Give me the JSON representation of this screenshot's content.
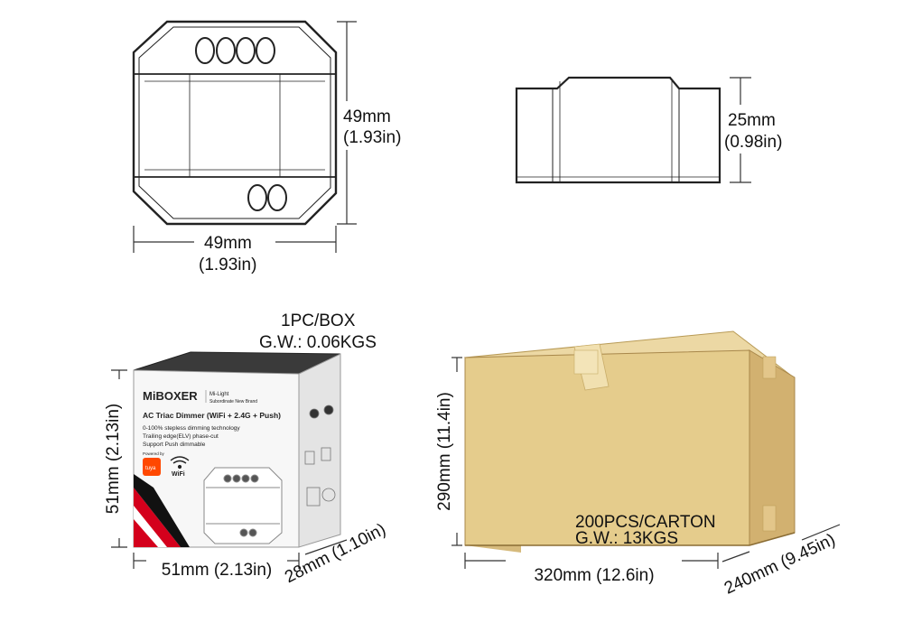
{
  "top_view": {
    "height_mm": "49mm",
    "height_in": "(1.93in)",
    "width_mm": "49mm",
    "width_in": "(1.93in)"
  },
  "side_view": {
    "depth_mm": "25mm",
    "depth_in": "(0.98in)"
  },
  "package": {
    "pcs": "1PC/BOX",
    "weight": "G.W.: 0.06KGS",
    "height_label": "51mm (2.13in)",
    "width_label": "51mm (2.13in)",
    "depth_label": "28mm (1.10in)",
    "brand": "MiBOXER",
    "sub_brand": "Mi-Light",
    "sub_brand_tag": "Subordinate New Brand",
    "product_title": "AC Triac Dimmer (WiFi + 2.4G + Push)",
    "feature_1": "0-100% stepless dimming technology",
    "feature_2": "Trailing edge(ELV) phase-cut",
    "feature_3": "Support Push dimmable",
    "powered_by": "Powered by",
    "tuya": "tuya",
    "wifi": "WiFi"
  },
  "carton": {
    "pcs": "200PCS/CARTON",
    "weight": "G.W.: 13KGS",
    "height_label": "290mm (11.4in)",
    "width_label": "320mm (12.6in)",
    "depth_label": "240mm (9.45in)"
  },
  "colors": {
    "line": "#222222",
    "carton_front": "#e5cc8c",
    "carton_side": "#d2b170",
    "carton_top": "#ecd8a4",
    "brand_red": "#d4001c"
  }
}
